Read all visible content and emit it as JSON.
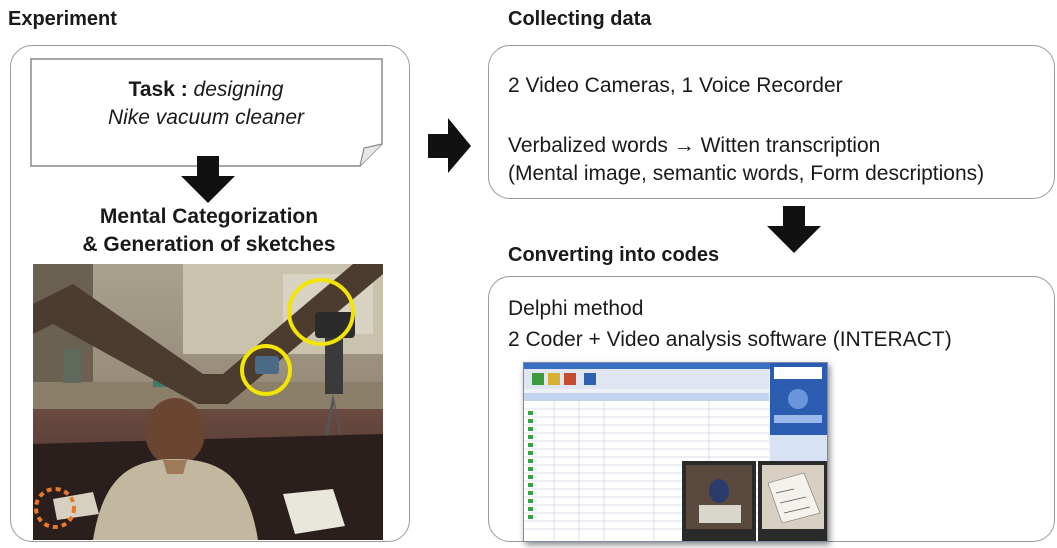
{
  "experiment": {
    "heading": "Experiment",
    "task_label": "Task :",
    "task_italic_line1": "designing",
    "task_italic_line2": "Nike vacuum cleaner",
    "categorization_line1": "Mental Categorization",
    "categorization_line2": "& Generation of sketches"
  },
  "collecting": {
    "heading": "Collecting data",
    "line1": "2 Video Cameras, 1 Voice Recorder",
    "line2": "Verbalized words → Witten transcription",
    "line3": "(Mental image, semantic words, Form descriptions)"
  },
  "converting": {
    "heading": "Converting into codes",
    "line1": "Delphi method",
    "line2": "2 Coder + Video analysis software (INTERACT)"
  },
  "colors": {
    "highlight_circle": "#f2e600",
    "dashed_circle": "#e8782a",
    "arrow": "#111111",
    "panel_border": "#9a9a9a"
  }
}
